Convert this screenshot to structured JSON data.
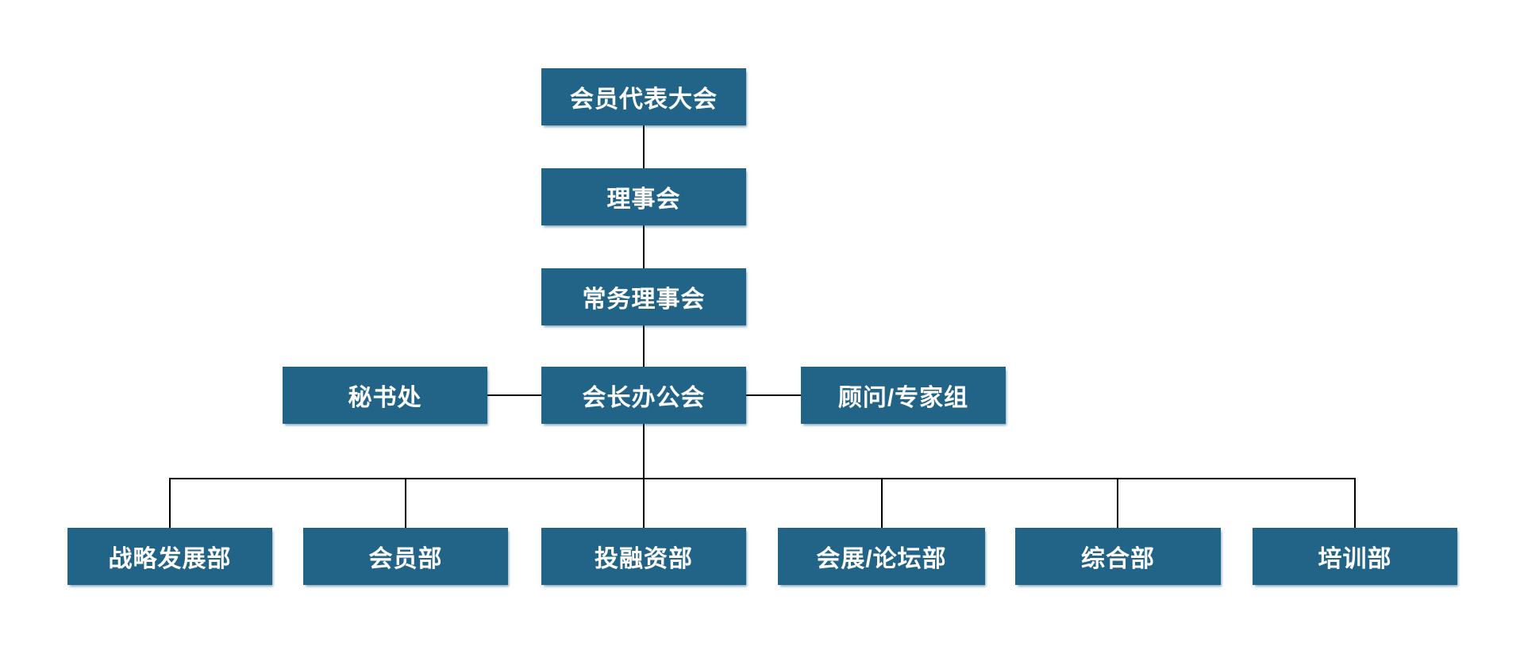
{
  "colors": {
    "background": "#ffffff",
    "node_fill": "#226487",
    "node_text": "#ffffff",
    "connector": "#000000"
  },
  "org_chart": {
    "type": "organization-chart",
    "root": {
      "label": "会员代表大会"
    },
    "council": {
      "label": "理事会"
    },
    "standing_council": {
      "label": "常务理事会"
    },
    "secretariat": {
      "label": "秘书处"
    },
    "president_office": {
      "label": "会长办公会"
    },
    "advisor_group": {
      "label": "顾问/专家组"
    },
    "departments": [
      {
        "label": "战略发展部"
      },
      {
        "label": "会员部"
      },
      {
        "label": "投融资部"
      },
      {
        "label": "会展/论坛部"
      },
      {
        "label": "综合部"
      },
      {
        "label": "培训部"
      }
    ]
  }
}
